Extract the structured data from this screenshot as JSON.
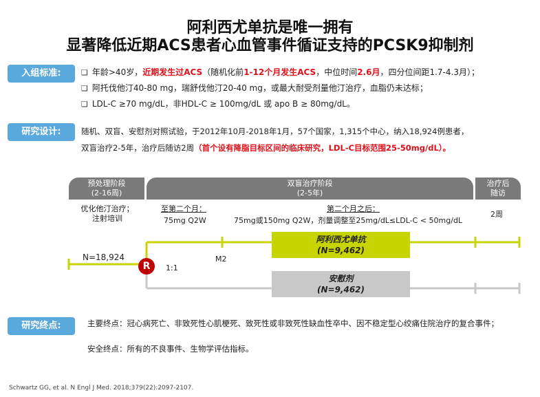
{
  "title": {
    "line1": "阿利西尤单抗是唯一拥有",
    "line2": "显著降低近期ACS患者心血管事件循证支持的PCSK9抑制剂"
  },
  "inclusion": {
    "label": "入组标准:",
    "b1_pre": "年龄>40岁，",
    "b1_red1": "近期发生过ACS",
    "b1_mid1": "（随机化前",
    "b1_red2": "1-12个月发生ACS",
    "b1_mid2": "，中位时间",
    "b1_red3": "2.6月",
    "b1_post": "，四分位间距1.7-4.3月）；",
    "b2": "阿托伐他汀40-80 mg，瑞舒伐他汀20-40 mg，或最大耐受剂量他汀治疗，血脂仍未达标；",
    "b3": "LDL-C ≥70 mg/dL，非HDL-C ≥ 100mg/dL 或 apo B ≥ 80mg/dL。"
  },
  "design": {
    "label": "研究设计:",
    "line1": "随机、双盲、安慰剂对照试验，于2012年10月-2018年1月，57个国家，1,315个中心，纳入18,924例患者，",
    "line2_pre": "双盲治疗2-5年，治疗后随访2周",
    "line2_red": "（首个设有降脂目标区间的临床研究，LDL-C目标范围25-50mg/dL）。"
  },
  "phases": {
    "run_in": "预处理阶段\n(2-16周)",
    "double_blind": "双盲治疗阶段\n(2-5年)",
    "followup": "治疗后\n随访"
  },
  "details": {
    "run_in": "优化他汀治疗；\n注射培训",
    "first_title": "至第二个月：",
    "first_dose": "75mg Q2W",
    "second_title": "第二个月之后：",
    "second_dose": "75mg或150mg Q2W，剂量调整至25mg/dL≤LDL-C < 50mg/dL",
    "followup": "2周"
  },
  "timeline": {
    "n_total": "N=18,924",
    "randomize": "R",
    "ratio": "1:1",
    "m2": "M2",
    "arm1_name": "阿利西尤单抗",
    "arm1_n": "(N=9,462)",
    "arm2_name": "安慰剂",
    "arm2_n": "(N=9,462)"
  },
  "endpoints": {
    "label": "研究终点:",
    "primary": "主要终点：冠心病死亡、非致死性心肌梗死、致死性或非致死性缺血性卒中、因不稳定型心绞痛住院治疗的复合事件；",
    "safety": "安全终点：所有的不良事件、生物学评估指标。"
  },
  "reference": "Schwartz GG, et al. N Engl J Med. 2018;379(22):2097-2107.",
  "colors": {
    "accent_blue": "#5aa9dc",
    "red": "#e0101a",
    "arm_green": "#c8d400",
    "arm_gray": "#c8c8c8",
    "phase_gray": "#7a7a7a",
    "randomize_red": "#c00000"
  }
}
